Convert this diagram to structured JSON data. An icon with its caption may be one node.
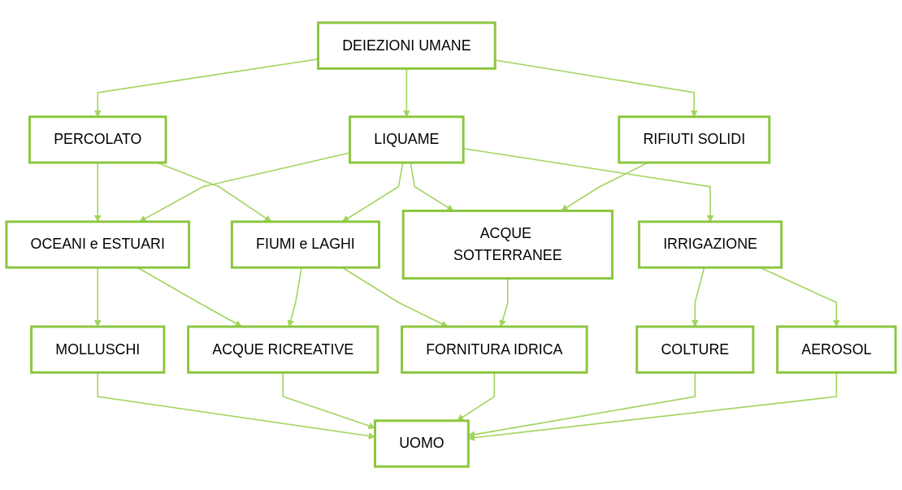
{
  "diagram": {
    "nodes": [
      {
        "text": [
          "DEIEZIONI UMANE"
        ]
      },
      {
        "text": [
          "PERCOLATO"
        ]
      },
      {
        "text": [
          "LIQUAME"
        ]
      },
      {
        "text": [
          "RIFIUTI SOLIDI"
        ]
      },
      {
        "text": [
          "OCEANI e ESTUARI"
        ]
      },
      {
        "text": [
          "FIUMI e LAGHI"
        ]
      },
      {
        "text": [
          "ACQUE SOTTERRANEE"
        ]
      },
      {
        "text": [
          "IRRIGAZIONE"
        ]
      },
      {
        "text": [
          "MOLLUSCHI"
        ]
      },
      {
        "text": [
          "ACQUE RICREATIVE"
        ]
      },
      {
        "text": [
          "FORNITURA IDRICA"
        ]
      },
      {
        "text": [
          "COLTURE"
        ]
      },
      {
        "text": [
          "AEROSOL"
        ]
      },
      {
        "text": [
          "UOMO"
        ]
      }
    ],
    "edges": [
      {
        "from": 0,
        "to": 1,
        "arrow": "to"
      },
      {
        "from": 0,
        "to": 2,
        "arrow": "to"
      },
      {
        "from": 0,
        "to": 3,
        "arrow": "to"
      },
      {
        "from": 1,
        "to": 4,
        "arrow": "to"
      },
      {
        "from": 1,
        "to": 5,
        "arrow": "to"
      },
      {
        "from": 2,
        "to": 4,
        "arrow": "to"
      },
      {
        "from": 2,
        "to": 5,
        "arrow": "to"
      },
      {
        "from": 2,
        "to": 6,
        "arrow": "to"
      },
      {
        "from": 2,
        "to": 7,
        "arrow": "to"
      },
      {
        "from": 3,
        "to": 6,
        "arrow": "to"
      },
      {
        "from": 4,
        "to": 8,
        "arrow": "to"
      },
      {
        "from": 4,
        "to": 9,
        "arrow": "to"
      },
      {
        "from": 5,
        "to": 9,
        "arrow": "to"
      },
      {
        "from": 5,
        "to": 10,
        "arrow": "to"
      },
      {
        "from": 6,
        "to": 10,
        "arrow": "to"
      },
      {
        "from": 7,
        "to": 11,
        "arrow": "to"
      },
      {
        "from": 7,
        "to": 12,
        "arrow": "to"
      },
      {
        "from": 8,
        "to": 13,
        "arrow": "to"
      },
      {
        "from": 9,
        "to": 13,
        "arrow": "to"
      },
      {
        "from": 10,
        "to": 13,
        "arrow": "to"
      },
      {
        "from": 11,
        "to": 13,
        "arrow": "to"
      },
      {
        "from": 12,
        "to": 13,
        "arrow": "to"
      }
    ]
  }
}
